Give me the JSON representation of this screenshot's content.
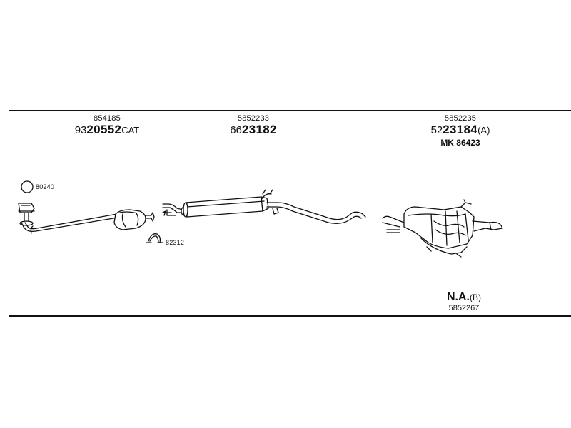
{
  "groups": [
    {
      "ref": "854185",
      "prefix": "93",
      "main": "20552",
      "suffix": "CAT",
      "kit": ""
    },
    {
      "ref": "5852233",
      "prefix": "66",
      "main": "23182",
      "suffix": "",
      "kit": ""
    },
    {
      "ref": "5852235",
      "prefix": "52",
      "main": "23184",
      "suffix": "(A)",
      "kit": "MK  86423"
    }
  ],
  "accessories": {
    "seal_ref": "80240",
    "clamp_ref": "82312"
  },
  "not_available": {
    "label": "N.A.",
    "suffix": "(B)",
    "ref": "5852267"
  }
}
